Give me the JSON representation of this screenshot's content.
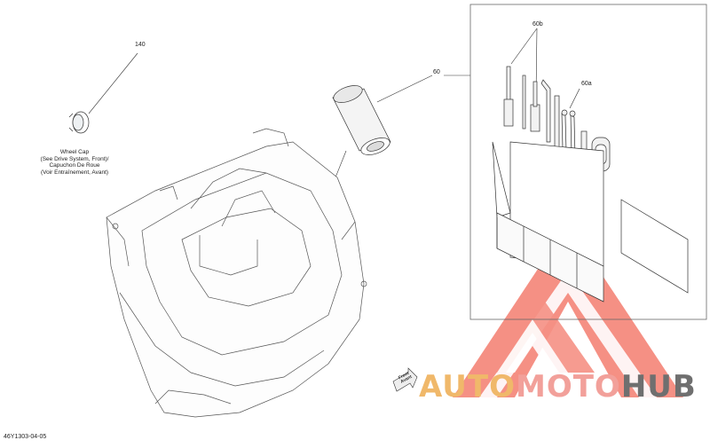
{
  "callouts": {
    "c140": "140",
    "c60": "60",
    "c60a": "60a",
    "c60b": "60b"
  },
  "wheel_cap": {
    "line1": "Wheel Cap",
    "line2": "(See Drive System, Front)/",
    "line3": "Capuchon De Roue",
    "line4": "(Voir Entraînement, Avant)"
  },
  "front_arrow": {
    "line1": "Front",
    "line2": "Avant"
  },
  "document_code": "46Y1303-04-05",
  "watermark": {
    "part1": "AUTO",
    "part2": "MOTO",
    "part3": "HUB",
    "colors": {
      "auto": "#f0b86a",
      "moto": "#f2a09a",
      "hub": "#6f6f6f",
      "triangle": "#f26b5b"
    }
  }
}
